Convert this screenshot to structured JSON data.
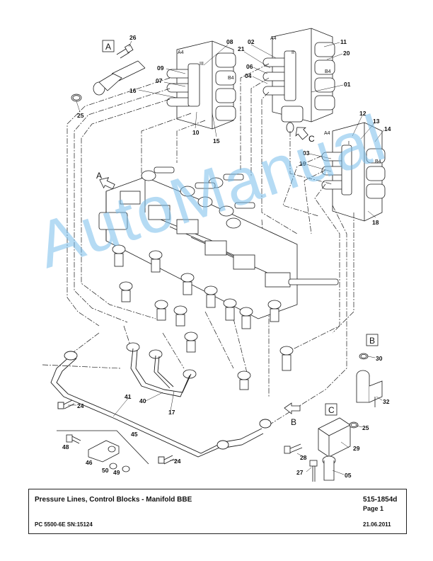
{
  "watermark": "AutoManual",
  "title_block": {
    "title": "Pressure Lines, Control Blocks - Manifold BBE",
    "document_number": "515-1854d",
    "page": "Page 1",
    "model": "PC 5500-6E SN:15124",
    "date": "21.06.2011"
  },
  "detail_boxes": [
    "A",
    "B",
    "C"
  ],
  "view_arrows": [
    "A",
    "B",
    "C"
  ],
  "block_labels": {
    "a4": "A4",
    "b4": "B4",
    "roman": [
      "III",
      "II",
      "I"
    ]
  },
  "callouts": {
    "c26": "26",
    "c25a": "25",
    "c16": "16",
    "c08": "08",
    "c09": "09",
    "c07": "07",
    "c10": "10",
    "c15": "15",
    "c02": "02",
    "c21": "21",
    "c06": "06",
    "c04": "04",
    "c11": "11",
    "c20": "20",
    "c01": "01",
    "c12": "12",
    "c13": "13",
    "c14": "14",
    "c03": "03",
    "c19": "19",
    "c18": "18",
    "c30": "30",
    "c32": "32",
    "c24a": "24",
    "c41": "41",
    "c40": "40",
    "c17": "17",
    "c45": "45",
    "c48": "48",
    "c46": "46",
    "c50": "50",
    "c49": "49",
    "c24b": "24",
    "c25b": "25",
    "c29": "29",
    "c28": "28",
    "c27": "27",
    "c05": "05"
  },
  "colors": {
    "line": "#1a1a1a",
    "watermark": "#78bee8"
  }
}
